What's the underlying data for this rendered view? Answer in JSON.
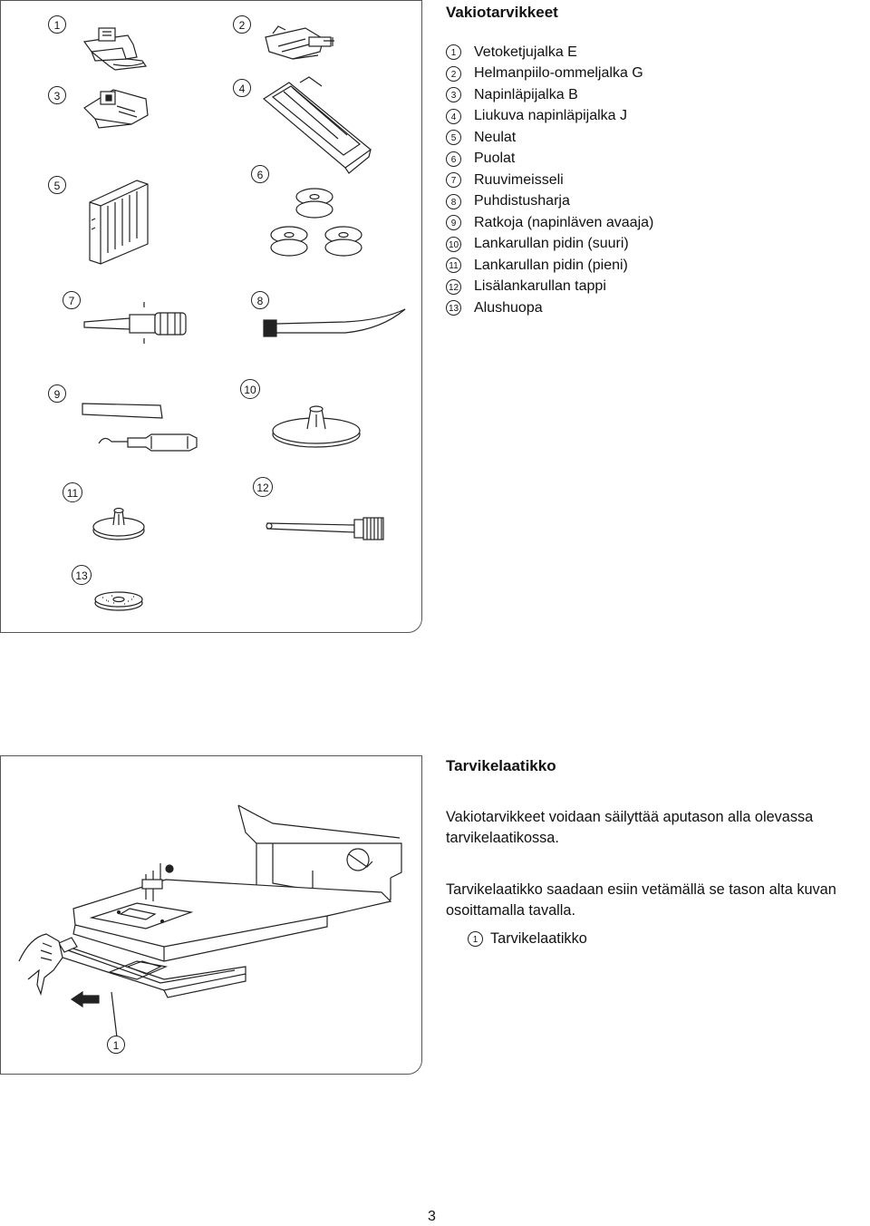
{
  "section1": {
    "title": "Vakiotarvikkeet",
    "items": [
      {
        "num": "1",
        "label": "Vetoketjujalka E"
      },
      {
        "num": "2",
        "label": "Helmanpiilo-ommeljalka G"
      },
      {
        "num": "3",
        "label": "Napinläpijalka B"
      },
      {
        "num": "4",
        "label": "Liukuva napinläpijalka J"
      },
      {
        "num": "5",
        "label": "Neulat"
      },
      {
        "num": "6",
        "label": "Puolat"
      },
      {
        "num": "7",
        "label": "Ruuvimeisseli"
      },
      {
        "num": "8",
        "label": "Puhdistusharja"
      },
      {
        "num": "9",
        "label": "Ratkoja (napinläven avaaja)"
      },
      {
        "num": "10",
        "label": "Lankarullan pidin (suuri)"
      },
      {
        "num": "11",
        "label": "Lankarullan pidin (pieni)"
      },
      {
        "num": "12",
        "label": "Lisälankarullan tappi"
      },
      {
        "num": "13",
        "label": "Alushuopa"
      }
    ]
  },
  "section2": {
    "title": "Tarvikelaatikko",
    "paragraph1": "Vakiotarvikkeet voidaan säilyttää aputason alla olevassa tarvikelaatikossa.",
    "paragraph2": "Tarvikelaatikko saadaan esiin vetämällä se tason alta kuvan osoittamalla tavalla.",
    "ref_num": "1",
    "ref_label": "Tarvikelaatikko",
    "figure_callout": "1"
  },
  "page_number": "3"
}
